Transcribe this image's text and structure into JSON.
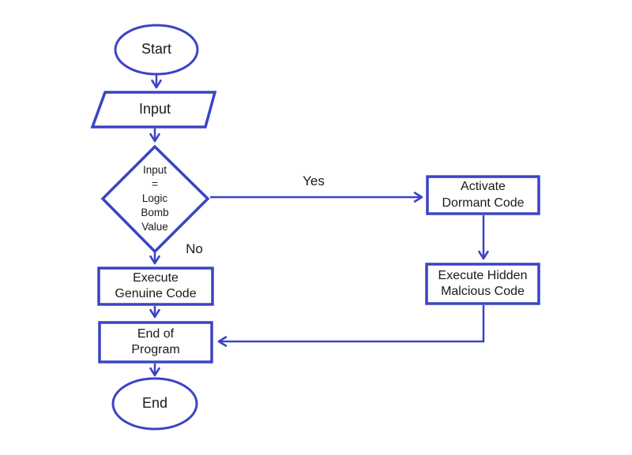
{
  "flowchart": {
    "colors": {
      "line": "#3a44c4",
      "text": "#1a1a1a",
      "background": "#ffffff"
    },
    "nodes": {
      "start": {
        "shape": "terminator-oval",
        "label": "Start"
      },
      "input": {
        "shape": "io-parallelogram",
        "label": "Input"
      },
      "decision": {
        "shape": "decision-diamond",
        "lines": [
          "Input",
          "=",
          "Logic",
          "Bomb",
          "Value"
        ]
      },
      "activate_dormant": {
        "shape": "process-rect",
        "lines": [
          "Activate",
          "Dormant Code"
        ]
      },
      "execute_hidden": {
        "shape": "process-rect",
        "lines": [
          "Execute Hidden",
          "Malcious Code"
        ]
      },
      "execute_genuine": {
        "shape": "process-rect",
        "lines": [
          "Execute",
          "Genuine Code"
        ]
      },
      "end_of_program": {
        "shape": "process-rect",
        "lines": [
          "End of",
          "Program"
        ]
      },
      "end": {
        "shape": "terminator-oval",
        "label": "End"
      }
    },
    "edges": {
      "yes": {
        "label": "Yes"
      },
      "no": {
        "label": "No"
      }
    }
  }
}
